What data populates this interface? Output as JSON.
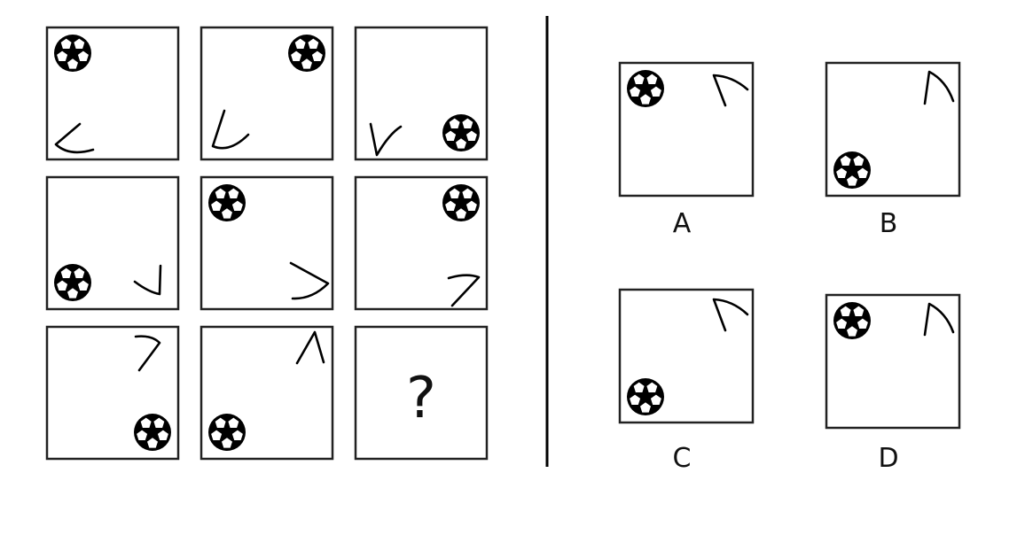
{
  "puzzle": {
    "cells": [
      {
        "ball": "top-left",
        "stroke": "angle-opening-right-bottom-left"
      },
      {
        "ball": "top-right",
        "stroke": "v-bottom-left"
      },
      {
        "ball": "bottom-right",
        "stroke": "v-bottom-left"
      },
      {
        "ball": "bottom-left",
        "stroke": "hook-bottom-right"
      },
      {
        "ball": "top-left",
        "stroke": "angle-right"
      },
      {
        "ball": "top-right",
        "stroke": "hook-right"
      },
      {
        "ball": "bottom-right",
        "stroke": "hook-top-right"
      },
      {
        "ball": "bottom-left",
        "stroke": "caret-top-right"
      },
      {
        "question": "?"
      }
    ]
  },
  "options": [
    {
      "label": "A",
      "ball": "top-left"
    },
    {
      "label": "B",
      "ball": "bottom-left"
    },
    {
      "label": "C",
      "ball": "bottom-left"
    },
    {
      "label": "D",
      "ball": "top-left"
    }
  ]
}
